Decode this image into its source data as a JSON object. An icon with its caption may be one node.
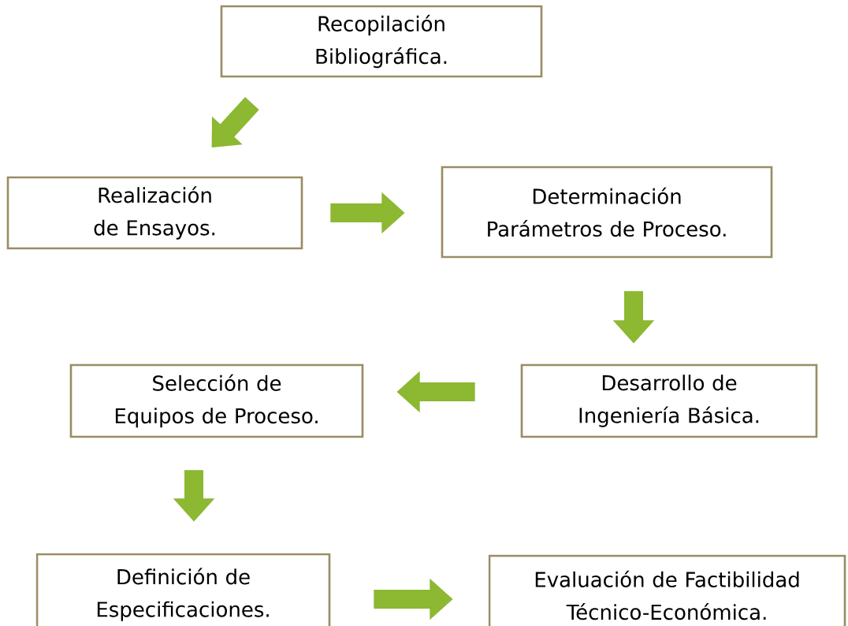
{
  "diagram": {
    "nodes": [
      {
        "text": [
          "Recopilación Bibliográfica."
        ]
      },
      {
        "text": [
          "Realización de Ensayos."
        ]
      },
      {
        "text": [
          "Determinación Parámetros de Proceso."
        ]
      },
      {
        "text": [
          "Desarrollo de Ingeniería Básica."
        ]
      },
      {
        "text": [
          "Selección de Equipos de Proceso."
        ]
      },
      {
        "text": [
          "Definición de Especificaciones."
        ]
      },
      {
        "text": [
          "Evaluación de Factibilidad Técnico-Económica."
        ]
      }
    ],
    "edges": [
      {
        "from": 0,
        "to": 1,
        "arrow": "to"
      },
      {
        "from": 1,
        "to": 2,
        "arrow": "to"
      },
      {
        "from": 2,
        "to": 3,
        "arrow": "to"
      },
      {
        "from": 3,
        "to": 4,
        "arrow": "to"
      },
      {
        "from": 4,
        "to": 5,
        "arrow": "to"
      },
      {
        "from": 5,
        "to": 6,
        "arrow": "to"
      }
    ]
  }
}
